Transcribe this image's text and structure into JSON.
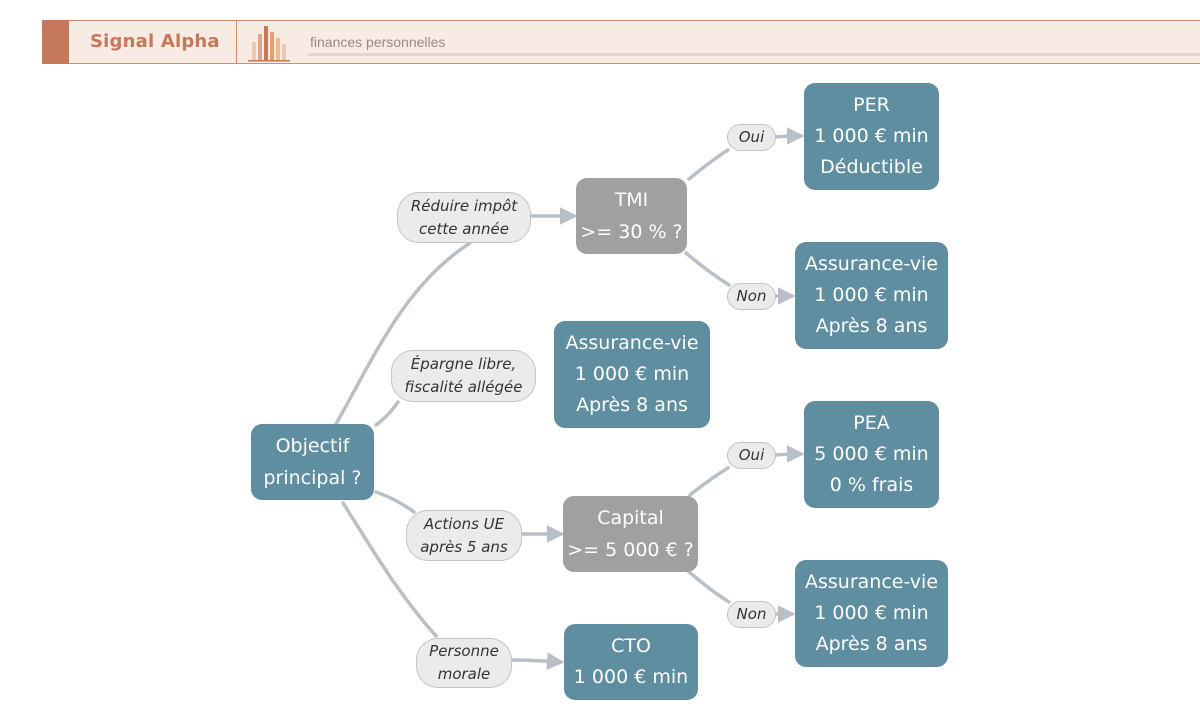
{
  "header": {
    "brand": "Signal Alpha",
    "subtitle": "finances personnelles",
    "logo_icon": "bar-chart-logo-icon",
    "colors": {
      "accent": "#c6785a",
      "banner_bg": "#f7ebe3"
    }
  },
  "diagram": {
    "colors": {
      "result": "#5f8ea1",
      "decision": "#a0a0a0",
      "edge": "#b9bfc6",
      "label_bg": "#ebebeb"
    },
    "root": {
      "lines": [
        "Objectif",
        "principal ?"
      ]
    },
    "branches": [
      {
        "label": [
          "Réduire impôt",
          "cette année"
        ]
      },
      {
        "label": [
          "Épargne libre,",
          "fiscalité allégée"
        ]
      },
      {
        "label": [
          "Actions UE",
          "après 5 ans"
        ]
      },
      {
        "label": [
          "Personne",
          "morale"
        ]
      }
    ],
    "decisions": [
      {
        "lines": [
          "TMI",
          ">= 30 % ?"
        ]
      },
      {
        "lines": [
          "Capital",
          ">= 5 000 € ?"
        ]
      }
    ],
    "answers": {
      "yes": "Oui",
      "no": "Non"
    },
    "results": [
      {
        "lines": [
          "PER",
          "1 000 € min",
          "Déductible"
        ]
      },
      {
        "lines": [
          "Assurance-vie",
          "1 000 € min",
          "Après 8 ans"
        ]
      },
      {
        "lines": [
          "Assurance-vie",
          "1 000 € min",
          "Après 8 ans"
        ]
      },
      {
        "lines": [
          "PEA",
          "5 000 € min",
          "0 % frais"
        ]
      },
      {
        "lines": [
          "Assurance-vie",
          "1 000 € min",
          "Après 8 ans"
        ]
      },
      {
        "lines": [
          "CTO",
          "1 000 € min"
        ]
      }
    ]
  }
}
